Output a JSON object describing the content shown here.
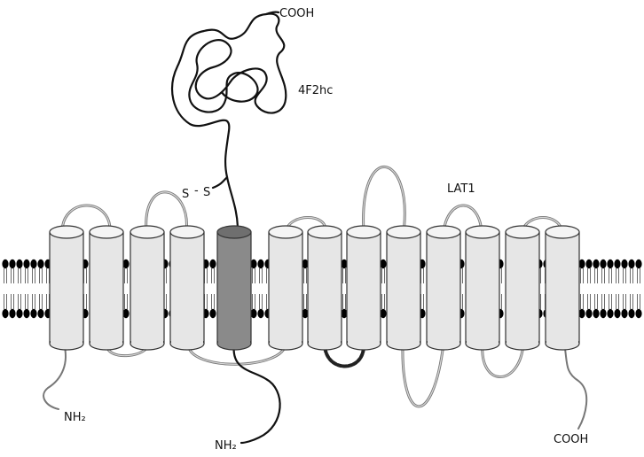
{
  "labels": {
    "heavy_chain": "4F2hc",
    "light_chain": "LAT1",
    "disulfide_s1": "S",
    "disulfide_dash": "-",
    "disulfide_s2": "S",
    "hc_cooh": "COOH",
    "hc_nh2": "NH₂",
    "lat1_nh2": "NH₂",
    "lat1_cooh": "COOH"
  },
  "colors": {
    "helix_fill": "#e6e6e6",
    "hc_helix_fill": "#8a8a8a",
    "membrane_head": "#000000",
    "loop_stroke": "#777777",
    "chain_stroke": "#111111"
  }
}
